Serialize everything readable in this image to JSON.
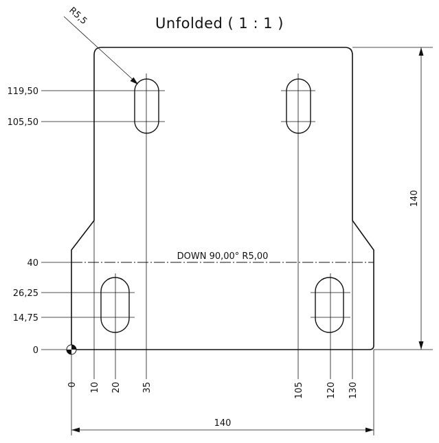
{
  "title": "Unfolded ( 1 : 1 )",
  "radius_callout": "R5,5",
  "bend_note": "DOWN 90,00° R5,00",
  "dims": {
    "width_label": "140",
    "height_label": "140"
  },
  "y_labels": [
    {
      "key": "y11950",
      "text": "119,50"
    },
    {
      "key": "y10550",
      "text": "105,50"
    },
    {
      "key": "y40",
      "text": "40"
    },
    {
      "key": "y2625",
      "text": "26,25"
    },
    {
      "key": "y1475",
      "text": "14,75"
    },
    {
      "key": "y0",
      "text": "0"
    }
  ],
  "x_labels": [
    {
      "key": "x0",
      "text": "0"
    },
    {
      "key": "x10",
      "text": "10"
    },
    {
      "key": "x20",
      "text": "20"
    },
    {
      "key": "x35",
      "text": "35"
    },
    {
      "key": "x105",
      "text": "105"
    },
    {
      "key": "x120",
      "text": "120"
    },
    {
      "key": "x130",
      "text": "130"
    }
  ]
}
